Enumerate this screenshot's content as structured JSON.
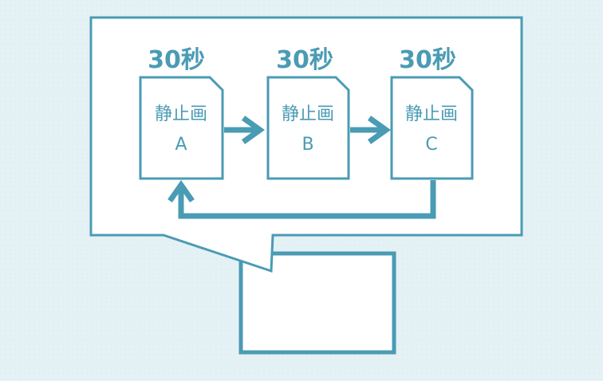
{
  "colors": {
    "background": "#e4f1f5",
    "accent": "#4a9bb4",
    "panel": "#ffffff"
  },
  "frames": [
    {
      "duration": "30秒",
      "title": "静止画",
      "letter": "A"
    },
    {
      "duration": "30秒",
      "title": "静止画",
      "letter": "B"
    },
    {
      "duration": "30秒",
      "title": "静止画",
      "letter": "C"
    }
  ]
}
